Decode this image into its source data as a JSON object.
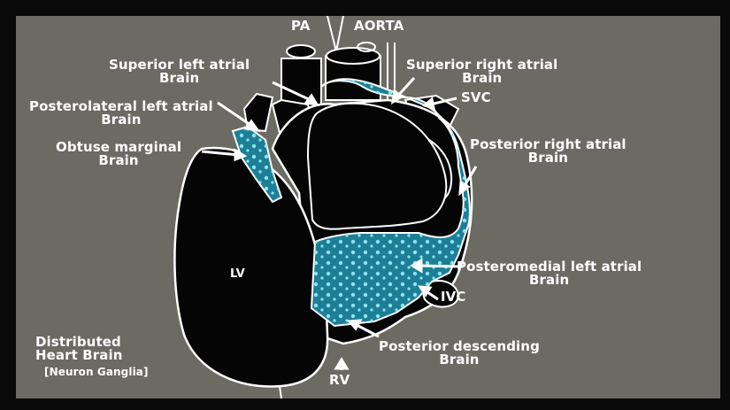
{
  "colors": {
    "background": "#6b6a63",
    "border": "#0a0a0a",
    "heart": "#050505",
    "ganglia": "#1d7f96",
    "dots": "#8fe3f2",
    "outline": "#ffffff"
  },
  "labels": {
    "pa": "PA",
    "aorta": "AORTA",
    "superior_left": {
      "line1": "Superior left atrial",
      "line2": "Brain"
    },
    "superior_right": {
      "line1": "Superior right atrial",
      "line2": "Brain"
    },
    "svc": "SVC",
    "posterolateral": {
      "line1": "Posterolateral left atrial",
      "line2": "Brain"
    },
    "obtuse": {
      "line1": "Obtuse marginal",
      "line2": "Brain"
    },
    "posterior_right": {
      "line1": "Posterior right atrial",
      "line2": "Brain"
    },
    "lv": "LV",
    "posteromedial": {
      "line1": "Posteromedial left atrial",
      "line2": "Brain"
    },
    "ivc": "IVC",
    "distributed": {
      "line1": "Distributed",
      "line2": "Heart Brain",
      "line3": "[Neuron Ganglia]"
    },
    "posterior_desc": {
      "line1": "Posterior descending",
      "line2": "Brain"
    },
    "rv": "RV"
  }
}
